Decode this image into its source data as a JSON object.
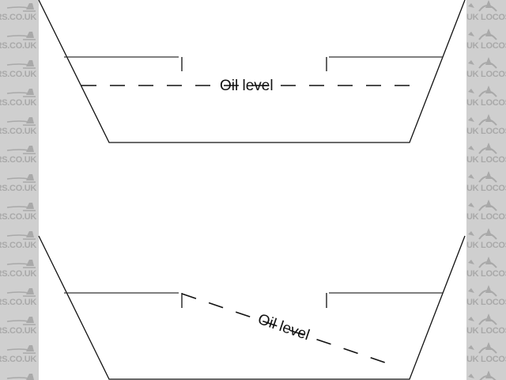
{
  "watermark": {
    "left_text": "DERS.CO.UK",
    "right_text": "UK  LOCOST",
    "band_color": "#cfcfcf",
    "text_color": "#a9a9a9",
    "rows": 14
  },
  "diagram": {
    "line_color": "#111111",
    "top": {
      "name": "sump-level",
      "label": "Oil level"
    },
    "bottom": {
      "name": "sump-tilted",
      "label": "Oil level"
    }
  }
}
